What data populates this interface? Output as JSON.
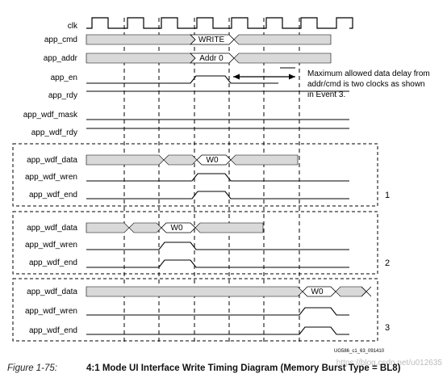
{
  "top_signals": [
    {
      "label": "clk",
      "type": "clk"
    },
    {
      "label": "app_cmd",
      "type": "bus",
      "value": "WRITE"
    },
    {
      "label": "app_addr",
      "type": "bus",
      "value": "Addr 0"
    },
    {
      "label": "app_en",
      "type": "pulse"
    },
    {
      "label": "app_rdy",
      "type": "high"
    },
    {
      "label": "app_wdf_mask",
      "type": "low"
    },
    {
      "label": "app_wdf_rdy",
      "type": "high"
    }
  ],
  "cases": [
    {
      "number": "1",
      "signals": [
        {
          "label": "app_wdf_data",
          "type": "bus",
          "value": "W0"
        },
        {
          "label": "app_wdf_wren",
          "type": "pulse"
        },
        {
          "label": "app_wdf_end",
          "type": "pulse"
        }
      ]
    },
    {
      "number": "2",
      "signals": [
        {
          "label": "app_wdf_data",
          "type": "bus",
          "value": "W0"
        },
        {
          "label": "app_wdf_wren",
          "type": "pulse"
        },
        {
          "label": "app_wdf_end",
          "type": "pulse"
        }
      ]
    },
    {
      "number": "3",
      "signals": [
        {
          "label": "app_wdf_data",
          "type": "bus",
          "value": "W0"
        },
        {
          "label": "app_wdf_wren",
          "type": "pulse"
        },
        {
          "label": "app_wdf_end",
          "type": "pulse"
        }
      ]
    }
  ],
  "annotation": {
    "lines": [
      "Maximum allowed data delay from",
      "addr/cmd is two clocks as shown",
      "in Event 3."
    ]
  },
  "figure_id": "UG586_c1_63_091410",
  "watermark": "https://blog.csdn.net/u012635",
  "caption": {
    "label": "Figure 1-75:",
    "title": "4:1 Mode UI Interface Write Timing Diagram (Memory Burst Type = BL8)"
  },
  "colors": {
    "bus_fill": "#d9d9d9",
    "line": "#000000",
    "dashed": "#000000"
  }
}
